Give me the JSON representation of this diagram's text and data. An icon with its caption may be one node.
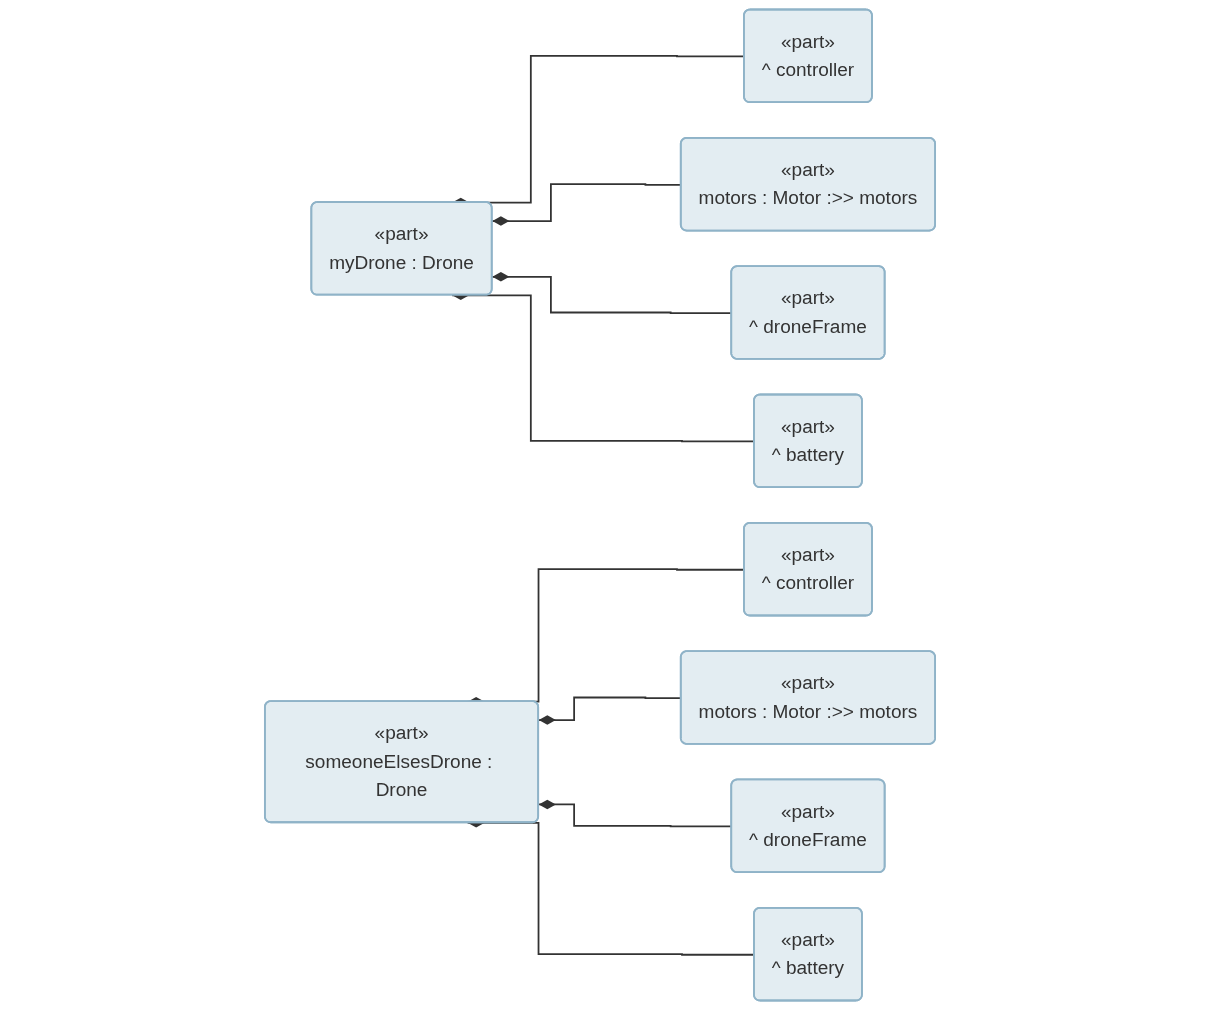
{
  "diagram": {
    "nodes": [
      {
        "text": [
          "«part»",
          "myDrone : Drone"
        ]
      },
      {
        "text": [
          "«part»",
          "^ controller"
        ]
      },
      {
        "text": [
          "«part»",
          "motors : Motor :>> motors"
        ]
      },
      {
        "text": [
          "«part»",
          "^ droneFrame"
        ]
      },
      {
        "text": [
          "«part»",
          "^ battery"
        ]
      },
      {
        "text": [
          "«part»",
          "someoneElsesDrone : Drone"
        ]
      },
      {
        "text": [
          "«part»",
          "^ controller"
        ]
      },
      {
        "text": [
          "«part»",
          "motors : Motor :>> motors"
        ]
      },
      {
        "text": [
          "«part»",
          "^ droneFrame"
        ]
      },
      {
        "text": [
          "«part»",
          "^ battery"
        ]
      }
    ],
    "edges": [
      {
        "from": 0,
        "to": 1,
        "arrow": "other"
      },
      {
        "from": 0,
        "to": 2,
        "arrow": "other"
      },
      {
        "from": 0,
        "to": 3,
        "arrow": "other"
      },
      {
        "from": 0,
        "to": 4,
        "arrow": "other"
      },
      {
        "from": 5,
        "to": 6,
        "arrow": "other"
      },
      {
        "from": 5,
        "to": 7,
        "arrow": "other"
      },
      {
        "from": 5,
        "to": 8,
        "arrow": "other"
      },
      {
        "from": 5,
        "to": 9,
        "arrow": "other"
      }
    ]
  }
}
